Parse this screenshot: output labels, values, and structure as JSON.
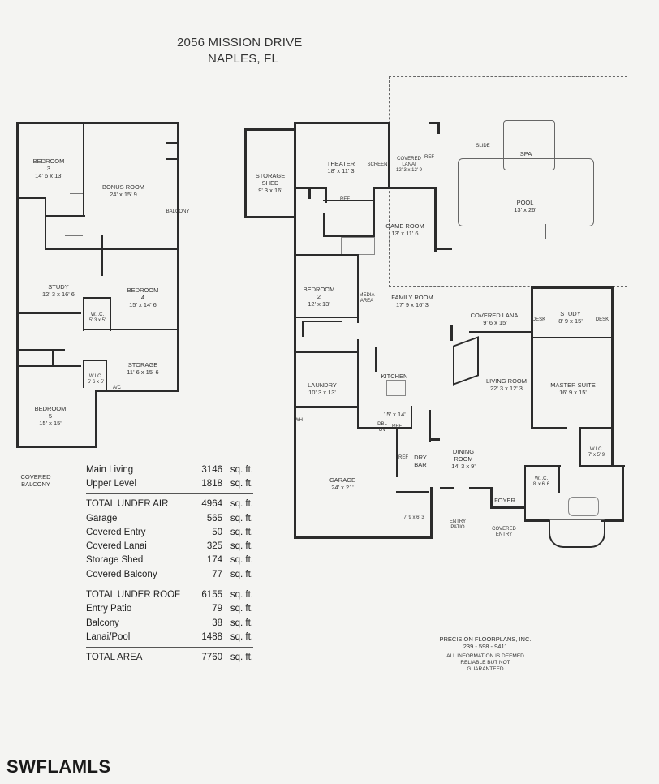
{
  "header": {
    "address": "2056 MISSION DRIVE",
    "city": "NAPLES, FL"
  },
  "upper_level_rooms": [
    {
      "name": "BEDROOM\n3",
      "dims": "14' 6 x 13'"
    },
    {
      "name": "BONUS ROOM",
      "dims": "24' x 15' 9"
    },
    {
      "name": "BALCONY",
      "dims": ""
    },
    {
      "name": "STUDY",
      "dims": "12' 3 x 16' 6"
    },
    {
      "name": "BEDROOM\n4",
      "dims": "15' x 14' 6"
    },
    {
      "name": "W.I.C.",
      "dims": "5' 3 x 5'"
    },
    {
      "name": "STORAGE",
      "dims": "11' 6 x 15' 6"
    },
    {
      "name": "W.I.C.",
      "dims": "5' 6 x 5'"
    },
    {
      "name": "A/C",
      "dims": ""
    },
    {
      "name": "BEDROOM\n5",
      "dims": "15' x 15'"
    },
    {
      "name": "COVERED\nBALCONY",
      "dims": ""
    }
  ],
  "main_level_rooms": [
    {
      "name": "STORAGE\nSHED",
      "dims": "9' 3 x 16'"
    },
    {
      "name": "THEATER",
      "dims": "18' x 11' 3"
    },
    {
      "name": "SCREEN",
      "dims": ""
    },
    {
      "name": "COVERED\nLANAI",
      "dims": "12' 3 x 12' 9"
    },
    {
      "name": "REF",
      "dims": ""
    },
    {
      "name": "SPA",
      "dims": ""
    },
    {
      "name": "SLIDE",
      "dims": ""
    },
    {
      "name": "POOL",
      "dims": "13' x 26'"
    },
    {
      "name": "REF",
      "dims": ""
    },
    {
      "name": "GAME ROOM",
      "dims": "13' x 11' 6"
    },
    {
      "name": "BEDROOM\n2",
      "dims": "12' x 13'"
    },
    {
      "name": "MEDIA\nAREA",
      "dims": ""
    },
    {
      "name": "FAMILY ROOM",
      "dims": "17' 9 x 16' 3"
    },
    {
      "name": "COVERED LANAI",
      "dims": "9' 6 x 15'"
    },
    {
      "name": "DESK",
      "dims": ""
    },
    {
      "name": "STUDY",
      "dims": "8' 9 x 15'"
    },
    {
      "name": "DESK",
      "dims": ""
    },
    {
      "name": "LAUNDRY",
      "dims": "10' 3 x 13'"
    },
    {
      "name": "KITCHEN",
      "dims": ""
    },
    {
      "name": "",
      "dims": "15' x 14'"
    },
    {
      "name": "DBL\nOV",
      "dims": ""
    },
    {
      "name": "REF",
      "dims": ""
    },
    {
      "name": "LIVING ROOM",
      "dims": "22' 3 x 12' 3"
    },
    {
      "name": "MASTER SUITE",
      "dims": "16' 9 x 15'"
    },
    {
      "name": "WH",
      "dims": ""
    },
    {
      "name": "REF",
      "dims": ""
    },
    {
      "name": "DRY\nBAR",
      "dims": ""
    },
    {
      "name": "DINING\nROOM",
      "dims": "14' 3 x 9'"
    },
    {
      "name": "W.I.C.",
      "dims": "7' x 5' 9"
    },
    {
      "name": "GARAGE",
      "dims": "24' x 21'"
    },
    {
      "name": "W.I.C.",
      "dims": "8' x 6' 6"
    },
    {
      "name": "",
      "dims": "7' 9 x 6' 3"
    },
    {
      "name": "FOYER",
      "dims": ""
    },
    {
      "name": "ENTRY\nPATIO",
      "dims": ""
    },
    {
      "name": "COVERED\nENTRY",
      "dims": ""
    }
  ],
  "area_summary": {
    "group1": [
      {
        "label": "Main Living",
        "value": "3146",
        "unit": "sq. ft."
      },
      {
        "label": "Upper Level",
        "value": "1818",
        "unit": "sq. ft."
      }
    ],
    "group2": [
      {
        "label": "TOTAL UNDER AIR",
        "value": "4964",
        "unit": "sq. ft."
      },
      {
        "label": "Garage",
        "value": "565",
        "unit": "sq. ft."
      },
      {
        "label": "Covered Entry",
        "value": "50",
        "unit": "sq. ft."
      },
      {
        "label": "Covered Lanai",
        "value": "325",
        "unit": "sq. ft."
      },
      {
        "label": "Storage Shed",
        "value": "174",
        "unit": "sq. ft."
      },
      {
        "label": "Covered Balcony",
        "value": "77",
        "unit": "sq. ft."
      }
    ],
    "group3": [
      {
        "label": "TOTAL UNDER ROOF",
        "value": "6155",
        "unit": "sq. ft."
      },
      {
        "label": "Entry Patio",
        "value": "79",
        "unit": "sq. ft."
      },
      {
        "label": "Balcony",
        "value": "38",
        "unit": "sq. ft."
      },
      {
        "label": "Lanai/Pool",
        "value": "1488",
        "unit": "sq. ft."
      }
    ],
    "group4": [
      {
        "label": "TOTAL AREA",
        "value": "7760",
        "unit": "sq. ft."
      }
    ]
  },
  "credit": {
    "company": "PRECISION FLOORPLANS, INC.",
    "phone": "239 - 598 - 9411",
    "disclaimer": "ALL INFORMATION IS DEEMED\nRELIABLE BUT NOT\nGUARANTEED"
  },
  "watermark": "SWFLAMLS"
}
